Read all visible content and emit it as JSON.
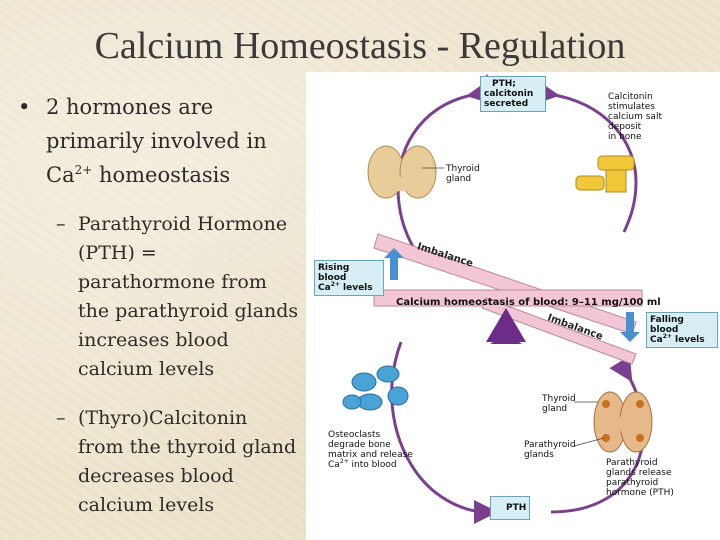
{
  "slide": {
    "title": "Calcium Homeostasis - Regulation",
    "bullet1": {
      "line1": "2 hormones are",
      "line2": "primarily involved in",
      "pre": "Ca",
      "sup": "2+",
      "post": " homeostasis"
    },
    "sub1": [
      "Parathyroid Hormone",
      "(PTH) =",
      "parathormone from",
      "the parathyroid glands",
      "increases blood",
      "calcium levels"
    ],
    "sub2": [
      "(Thyro)Calcitonin",
      "from the thyroid gland",
      "decreases blood",
      "calcium levels"
    ]
  },
  "diagram": {
    "top_box": {
      "line1": "PTH;",
      "line2": "calcitonin",
      "line3": "secreted"
    },
    "calcitonin_note": [
      "Calcitonin",
      "stimulates",
      "calcium salt",
      "deposit",
      "in bone"
    ],
    "thyroid_top": [
      "Thyroid",
      "gland"
    ],
    "rising": {
      "line1": "Rising blood",
      "pre": "Ca",
      "sup": "2+",
      "post": " levels"
    },
    "falling": {
      "line1": "Falling blood",
      "pre": "Ca",
      "sup": "2+",
      "post": " levels"
    },
    "imbalance": "Imbalance",
    "homeostasis_bar": "Calcium homeostasis of blood: 9–11 mg/100 ml",
    "thyroid_bottom": [
      "Thyroid",
      "gland"
    ],
    "parathyroid": [
      "Parathyroid",
      "glands"
    ],
    "osteoclasts": {
      "l1": "Osteoclasts",
      "l2": "degrade bone",
      "l3": "matrix and release",
      "pre": "Ca",
      "sup": "2+",
      "post": " into blood"
    },
    "pth_release": [
      "Parathyroid",
      "glands release",
      "parathyroid",
      "hormone (PTH)"
    ],
    "bottom_box": "PTH"
  },
  "colors": {
    "arrow": "#7b3f8f",
    "beam": "#f2c6d4",
    "fulcrum": "#6b2d88",
    "label_box": "#d6eef4",
    "updown_arrow": "#4a8fd0",
    "thyroid": "#e8cc9a",
    "bone": "#f0c83a",
    "osteoclast": "#4aa3d6"
  }
}
